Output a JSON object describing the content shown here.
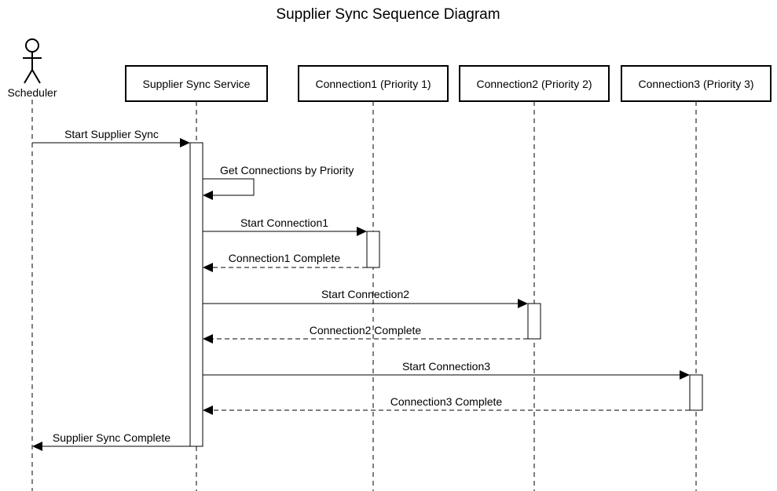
{
  "title": "Supplier Sync Sequence Diagram",
  "actor": {
    "label": "Scheduler"
  },
  "participants": [
    {
      "id": "service",
      "label": "Supplier Sync Service"
    },
    {
      "id": "c1",
      "label": "Connection1 (Priority 1)"
    },
    {
      "id": "c2",
      "label": "Connection2 (Priority 2)"
    },
    {
      "id": "c3",
      "label": "Connection3 (Priority 3)"
    }
  ],
  "messages": [
    {
      "from": "actor",
      "to": "service",
      "label": "Start Supplier Sync",
      "kind": "sync"
    },
    {
      "from": "service",
      "to": "service",
      "label": "Get Connections by Priority",
      "kind": "self"
    },
    {
      "from": "service",
      "to": "c1",
      "label": "Start Connection1",
      "kind": "sync"
    },
    {
      "from": "c1",
      "to": "service",
      "label": "Connection1 Complete",
      "kind": "return"
    },
    {
      "from": "service",
      "to": "c2",
      "label": "Start Connection2",
      "kind": "sync"
    },
    {
      "from": "c2",
      "to": "service",
      "label": "Connection2 Complete",
      "kind": "return"
    },
    {
      "from": "service",
      "to": "c3",
      "label": "Start Connection3",
      "kind": "sync"
    },
    {
      "from": "c3",
      "to": "service",
      "label": "Connection3 Complete",
      "kind": "return"
    },
    {
      "from": "service",
      "to": "actor",
      "label": "Supplier Sync Complete",
      "kind": "sync"
    }
  ]
}
